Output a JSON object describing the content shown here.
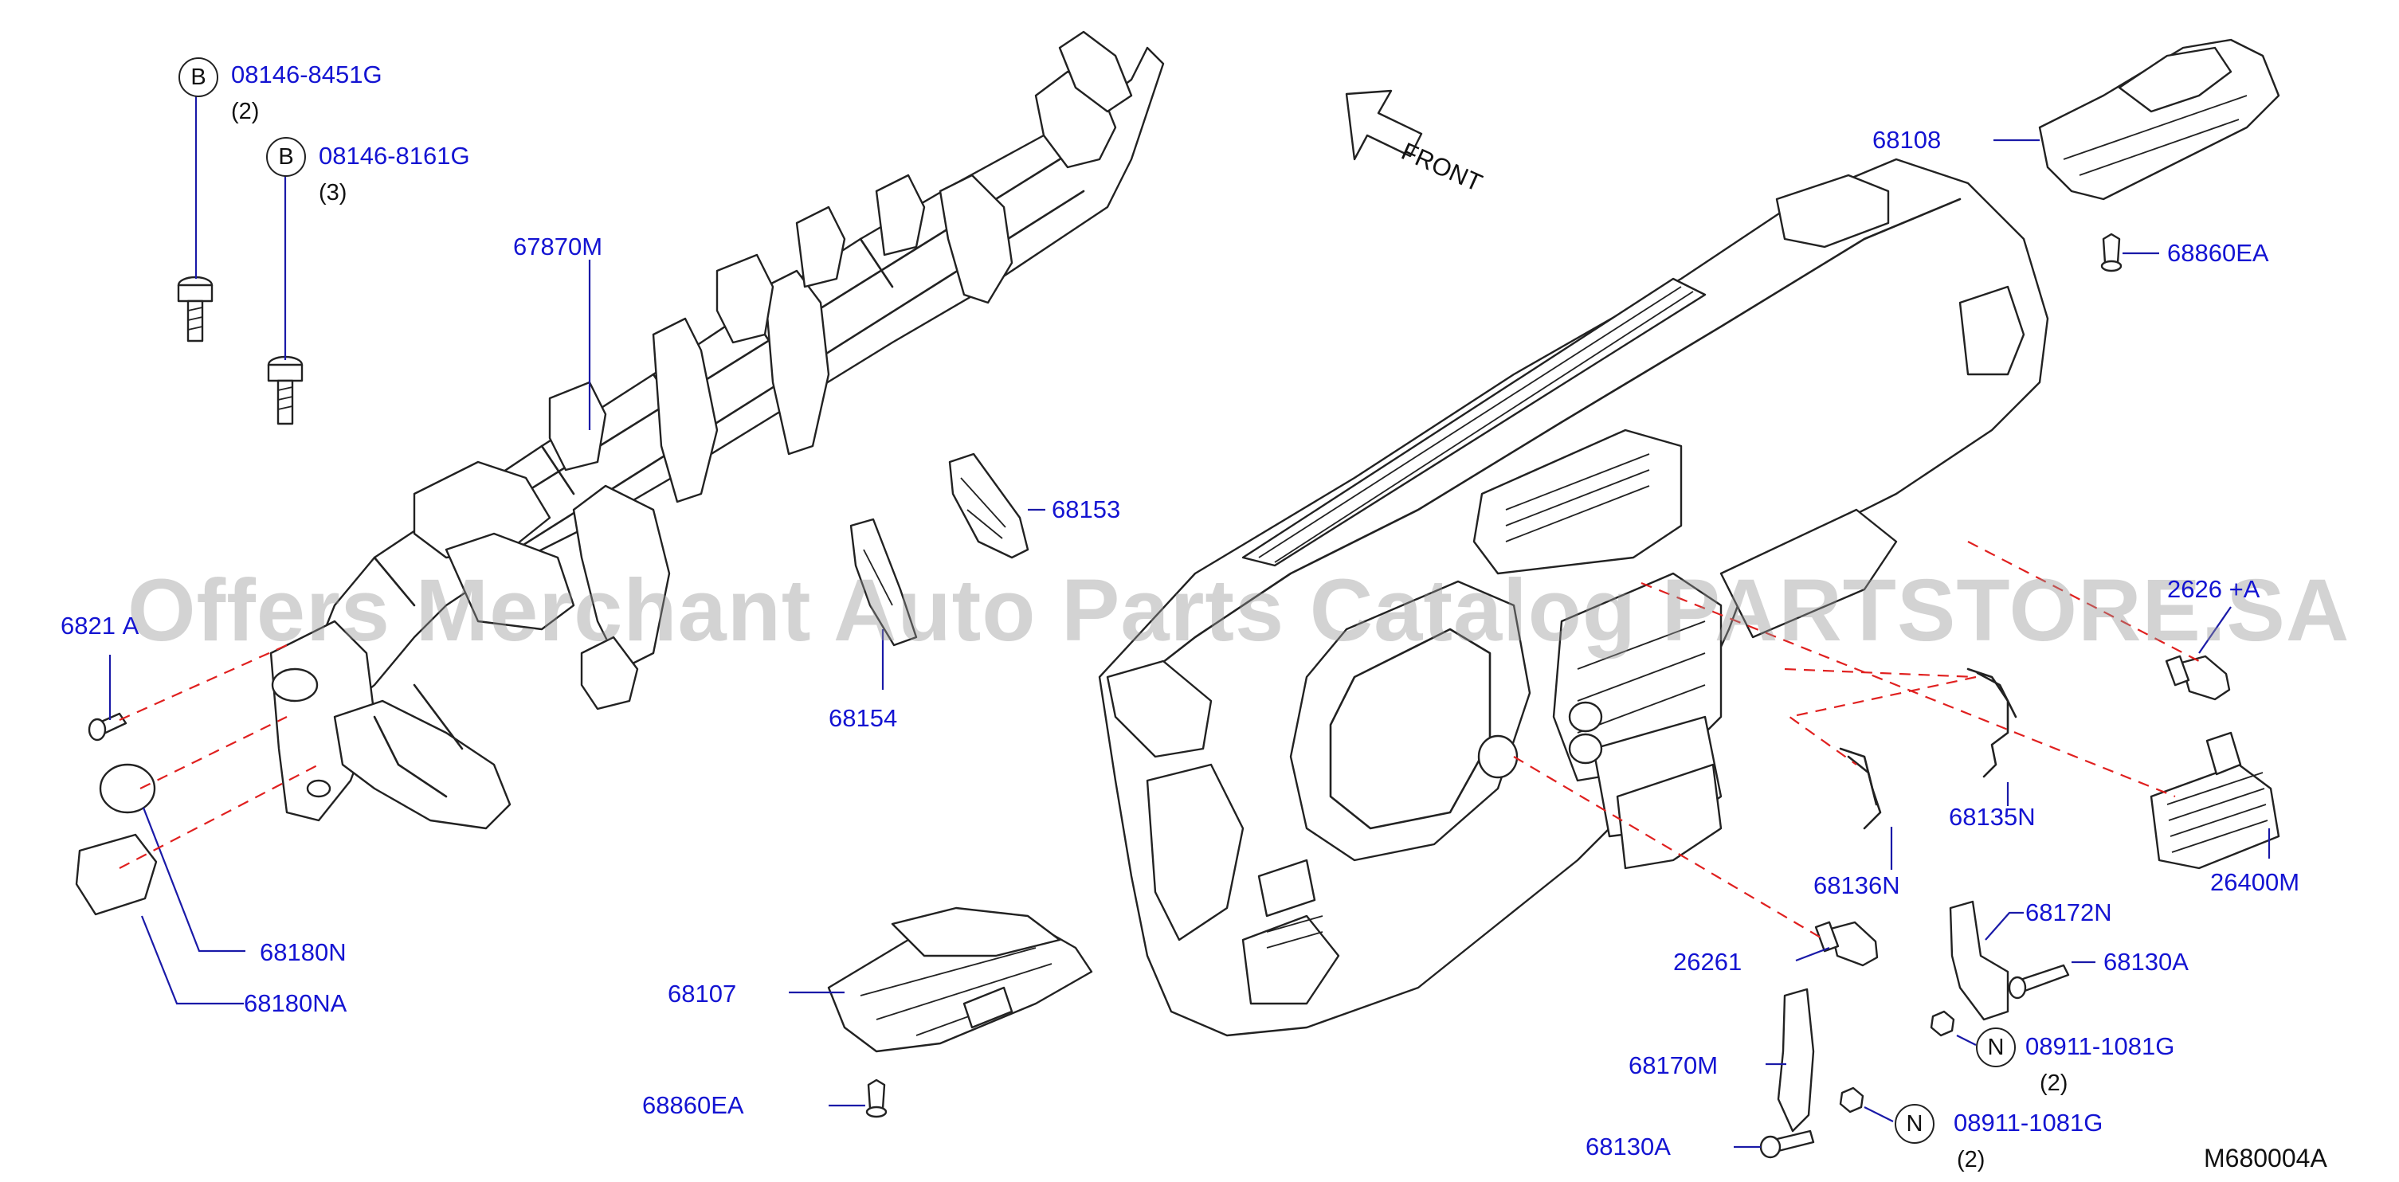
{
  "diagram": {
    "code": "M680004A",
    "front_label": "FRONT",
    "watermark": "Offers Merchant Auto Parts Catalog PARTSTORE.SA"
  },
  "labels": [
    {
      "id": "bolt-b1-part",
      "text": "08146-8451G",
      "qty": "(2)",
      "marker": "B"
    },
    {
      "id": "bolt-b2-part",
      "text": "08146-8161G",
      "qty": "(3)",
      "marker": "B"
    },
    {
      "id": "member-assy",
      "text": "67870M"
    },
    {
      "id": "bracket-68153",
      "text": "68153"
    },
    {
      "id": "bracket-68154",
      "text": "68154"
    },
    {
      "id": "screw-68210a",
      "text": "6821\u0000A"
    },
    {
      "id": "cap-68180n",
      "text": "68180N"
    },
    {
      "id": "cap-68180na",
      "text": "68180NA"
    },
    {
      "id": "duct-68107",
      "text": "68107"
    },
    {
      "id": "clip-68860ea-bottom",
      "text": "68860EA"
    },
    {
      "id": "duct-68108",
      "text": "68108"
    },
    {
      "id": "clip-68860ea-top",
      "text": "68860EA"
    },
    {
      "id": "bulb-2626xa",
      "text": "2626\u0000+A"
    },
    {
      "id": "harness-68135n",
      "text": "68135N"
    },
    {
      "id": "harness-68136n",
      "text": "68136N"
    },
    {
      "id": "lamp-26400m",
      "text": "26400M"
    },
    {
      "id": "bracket-68172n",
      "text": "68172N"
    },
    {
      "id": "bolt-68130a-right",
      "text": "68130A"
    },
    {
      "id": "bulb-26261",
      "text": "26261"
    },
    {
      "id": "nut-n1-part",
      "text": "08911-1081G",
      "qty": "(2)",
      "marker": "N"
    },
    {
      "id": "bracket-68170m",
      "text": "68170M"
    },
    {
      "id": "nut-n2-part",
      "text": "08911-1081G",
      "qty": "(2)",
      "marker": "N"
    },
    {
      "id": "bolt-68130a-left",
      "text": "68130A"
    }
  ],
  "colors": {
    "label_blue": "#1414d2",
    "leader_blue": "#1a1aa8",
    "dashed_red": "#e0201f",
    "line": "#222222",
    "watermark_gray": "#969696"
  }
}
